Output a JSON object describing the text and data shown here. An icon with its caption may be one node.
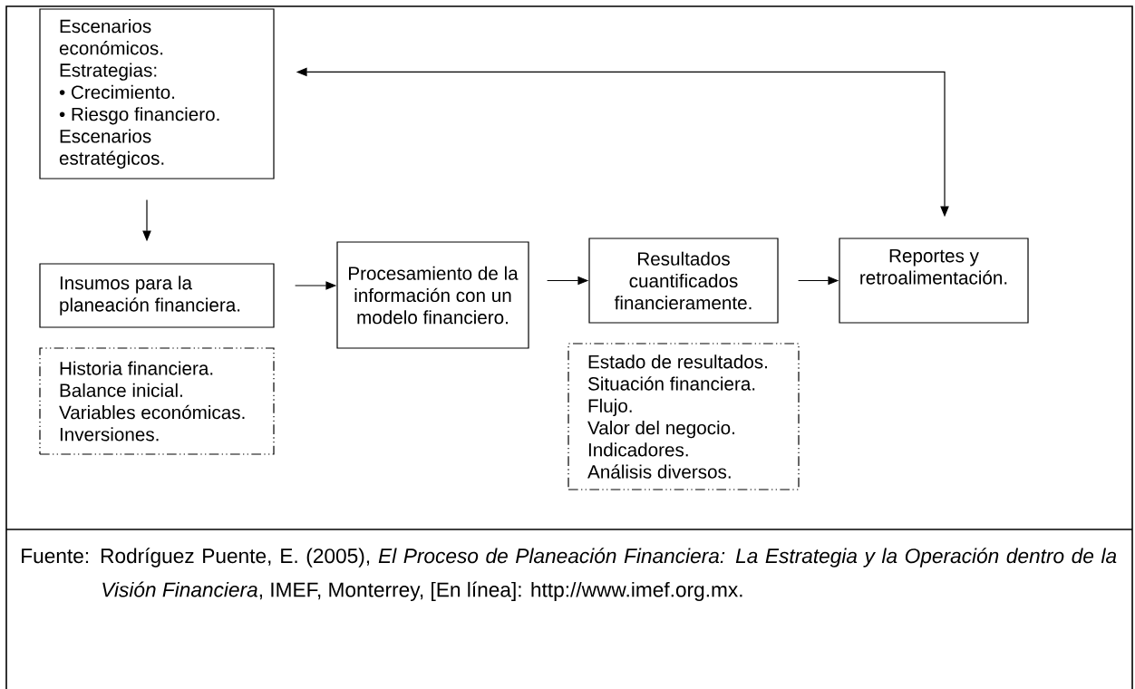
{
  "diagram": {
    "caption": "Fuente: Rodríguez Puente, E. (2005), *El Proceso de Planeación Financiera: La Estrategia y la Operación dentro de la Visión Financiera*, IMEF, Monterrey, [En línea]: http://www.imef.org.mx.",
    "nodes": [
      {
        "text": [
          "Escenarios económicos.",
          "Estrategias:",
          "• Crecimiento.",
          "• Riesgo financiero.",
          "Escenarios estratégicos."
        ]
      },
      {
        "text": [
          "Insumos para la planeación financiera."
        ]
      },
      {
        "text": [
          "Historia financiera.",
          "Balance inicial.",
          "Variables económicas.",
          "Inversiones."
        ]
      },
      {
        "text": [
          "Procesamiento de la información con un modelo financiero."
        ]
      },
      {
        "text": [
          "Resultados cuantificados financieramente."
        ]
      },
      {
        "text": [
          "Estado de resultados.",
          "Situación financiera.",
          "Flujo.",
          "Valor del negocio.",
          "Indicadores.",
          "Análisis diversos."
        ]
      },
      {
        "text": [
          "Reportes y retroalimentación."
        ]
      }
    ],
    "edges": [
      {
        "from": 0,
        "to": 1,
        "arrow": "to"
      },
      {
        "from": 1,
        "to": 3,
        "arrow": "to"
      },
      {
        "from": 3,
        "to": 4,
        "arrow": "to"
      },
      {
        "from": 4,
        "to": 6,
        "arrow": "to"
      },
      {
        "from": 0,
        "to": 6,
        "arrow": "both"
      }
    ]
  }
}
